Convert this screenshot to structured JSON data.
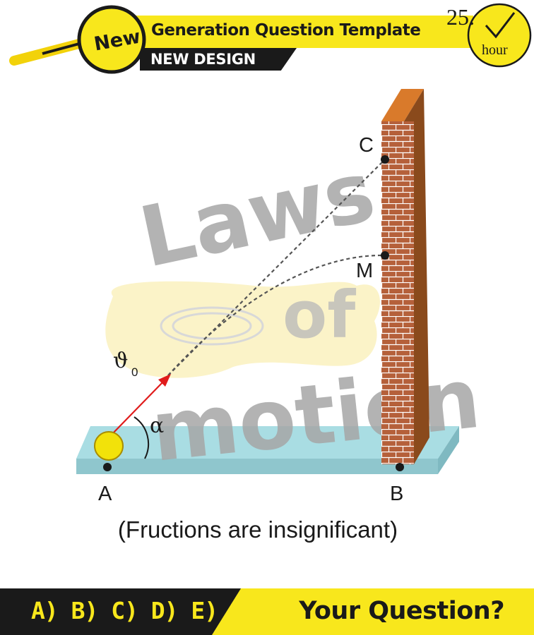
{
  "header": {
    "badge": "New",
    "title": "Generation Question Template",
    "subtitle": "NEW DESIGN",
    "hour_number": "25.",
    "hour_label": "hour"
  },
  "diagram": {
    "points": {
      "A": "A",
      "B": "B",
      "C": "C",
      "M": "M"
    },
    "velocity_symbol": "ϑ",
    "velocity_subscript": "0",
    "angle_symbol": "α",
    "watermark_words": [
      "Laws",
      "of",
      "motion"
    ],
    "colors": {
      "ground": "#a9dde3",
      "wall_face": "#b5603a",
      "wall_top": "#d97a2b",
      "wall_side": "#8a4a1c",
      "ball": "#f2e20a",
      "arrow": "#e01b1b",
      "watermark": "#a6a6a6",
      "blob": "#fbf3c8"
    },
    "note": "(Fructions are insignificant)"
  },
  "footer": {
    "choices": "A) B) C) D) E)",
    "question": "Your Question?",
    "colors": {
      "dark": "#1a1a1a",
      "accent": "#f8e71c"
    }
  }
}
